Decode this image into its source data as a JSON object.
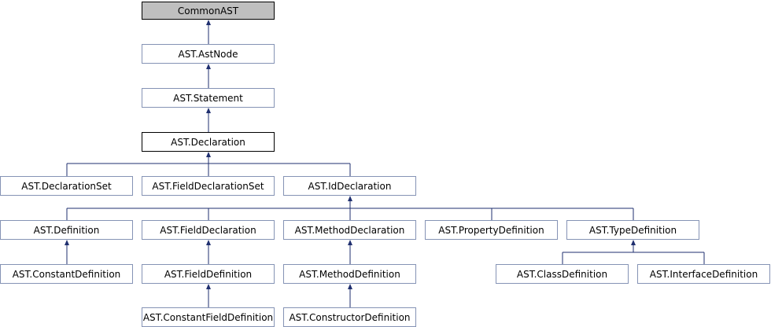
{
  "colors": {
    "edge": "#1f2f6f",
    "node_border": "#8593b5",
    "focus_border": "#000000",
    "root_fill": "#bfbfbf"
  },
  "nodes": {
    "common_ast": "CommonAST",
    "ast_node": "AST.AstNode",
    "statement": "AST.Statement",
    "declaration": "AST.Declaration",
    "declaration_set": "AST.DeclarationSet",
    "field_declaration_set": "AST.FieldDeclarationSet",
    "id_declaration": "AST.IdDeclaration",
    "definition": "AST.Definition",
    "field_declaration": "AST.FieldDeclaration",
    "method_declaration": "AST.MethodDeclaration",
    "property_definition": "AST.PropertyDefinition",
    "type_definition": "AST.TypeDefinition",
    "constant_definition": "AST.ConstantDefinition",
    "field_definition": "AST.FieldDefinition",
    "method_definition": "AST.MethodDefinition",
    "class_definition": "AST.ClassDefinition",
    "interface_definition": "AST.InterfaceDefinition",
    "constant_field_definition": "AST.ConstantFieldDefinition",
    "constructor_definition": "AST.ConstructorDefinition"
  }
}
